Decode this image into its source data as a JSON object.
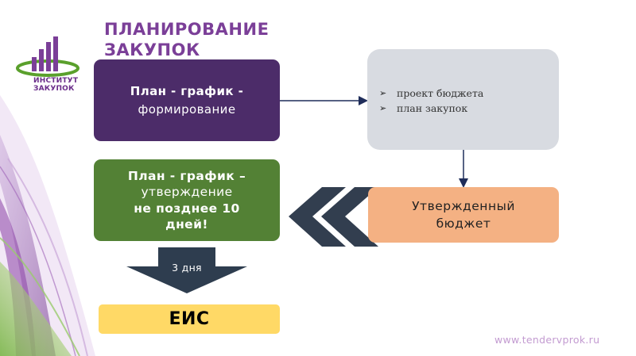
{
  "slide": {
    "title_line1": "ПЛАНИРОВАНИЕ",
    "title_line2": "ЗАКУПОК",
    "logo": {
      "line1": "ИНСТИТУТ",
      "line2": "ЗАКУПОК"
    },
    "plan_box": {
      "line1": "План  - график -",
      "line2": "формирование"
    },
    "budget_box": {
      "items": [
        "проект бюджета",
        "план закупок"
      ],
      "bullet_icon": "arrow-bullet-icon"
    },
    "approve_box": {
      "line1": "План - график –",
      "line2": "утверждение",
      "line3": "не позднее 10",
      "line4": "дней!"
    },
    "approved_budget_box": {
      "line1": "Утвержденный",
      "line2": "бюджет"
    },
    "arrow_label": "3 дня",
    "eis_box": "ЕИС",
    "footer_url": "www.tendervprok.ru",
    "colors": {
      "title": "#7b3f98",
      "plan": "#4c2c69",
      "budget": "#d8dbe1",
      "approve": "#538135",
      "approved_budget": "#f4b183",
      "eis": "#ffd966",
      "chevrons": "#323e4f",
      "down_arrow": "#2e3d4f"
    }
  }
}
